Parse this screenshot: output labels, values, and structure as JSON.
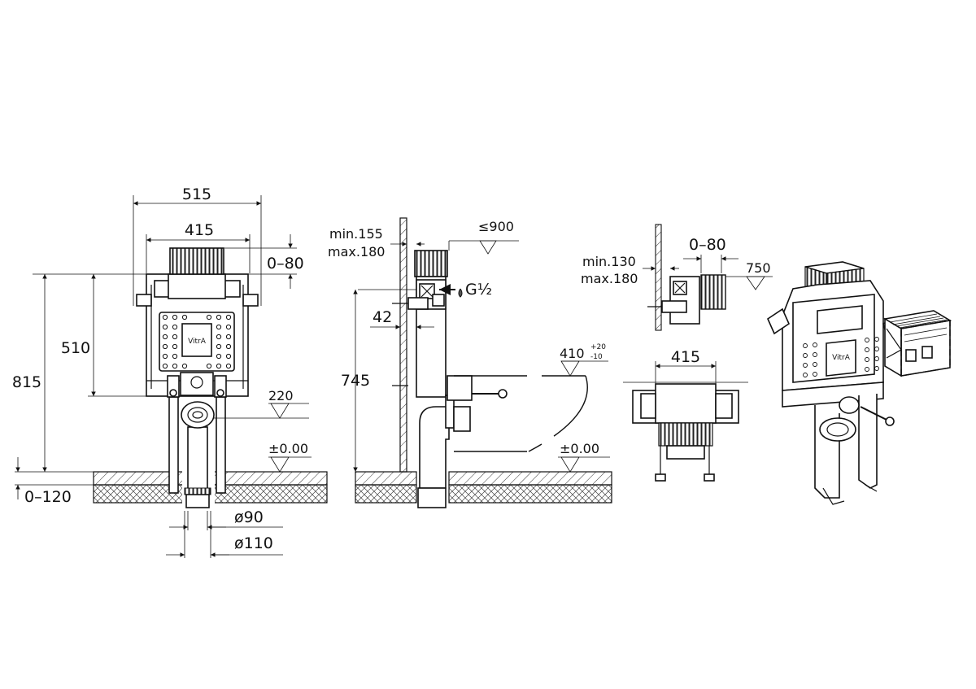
{
  "brand": "VitrA",
  "front_view": {
    "width_outer": "515",
    "width_inner": "415",
    "tank_offset": "0–80",
    "frame_height": "510",
    "total_height": "815",
    "bowl_level": "220",
    "floor_level": "±0.00",
    "floor_range": "0–120",
    "pipe_small": "ø90",
    "pipe_large": "ø110"
  },
  "side_view": {
    "wall_gap_min": "min.155",
    "wall_gap_max": "max.180",
    "top_limit": "≤900",
    "inlet": "G½",
    "inlet_offset": "42",
    "inlet_height": "745",
    "bowl_projection": "410",
    "bowl_tolerance_plus": "+20",
    "bowl_tolerance_minus": "-10",
    "floor_level": "±0.00"
  },
  "top_views": {
    "wall_gap_min": "min.130",
    "wall_gap_max": "max.180",
    "tank_offset": "0–80",
    "top_limit": "750",
    "width": "415"
  }
}
